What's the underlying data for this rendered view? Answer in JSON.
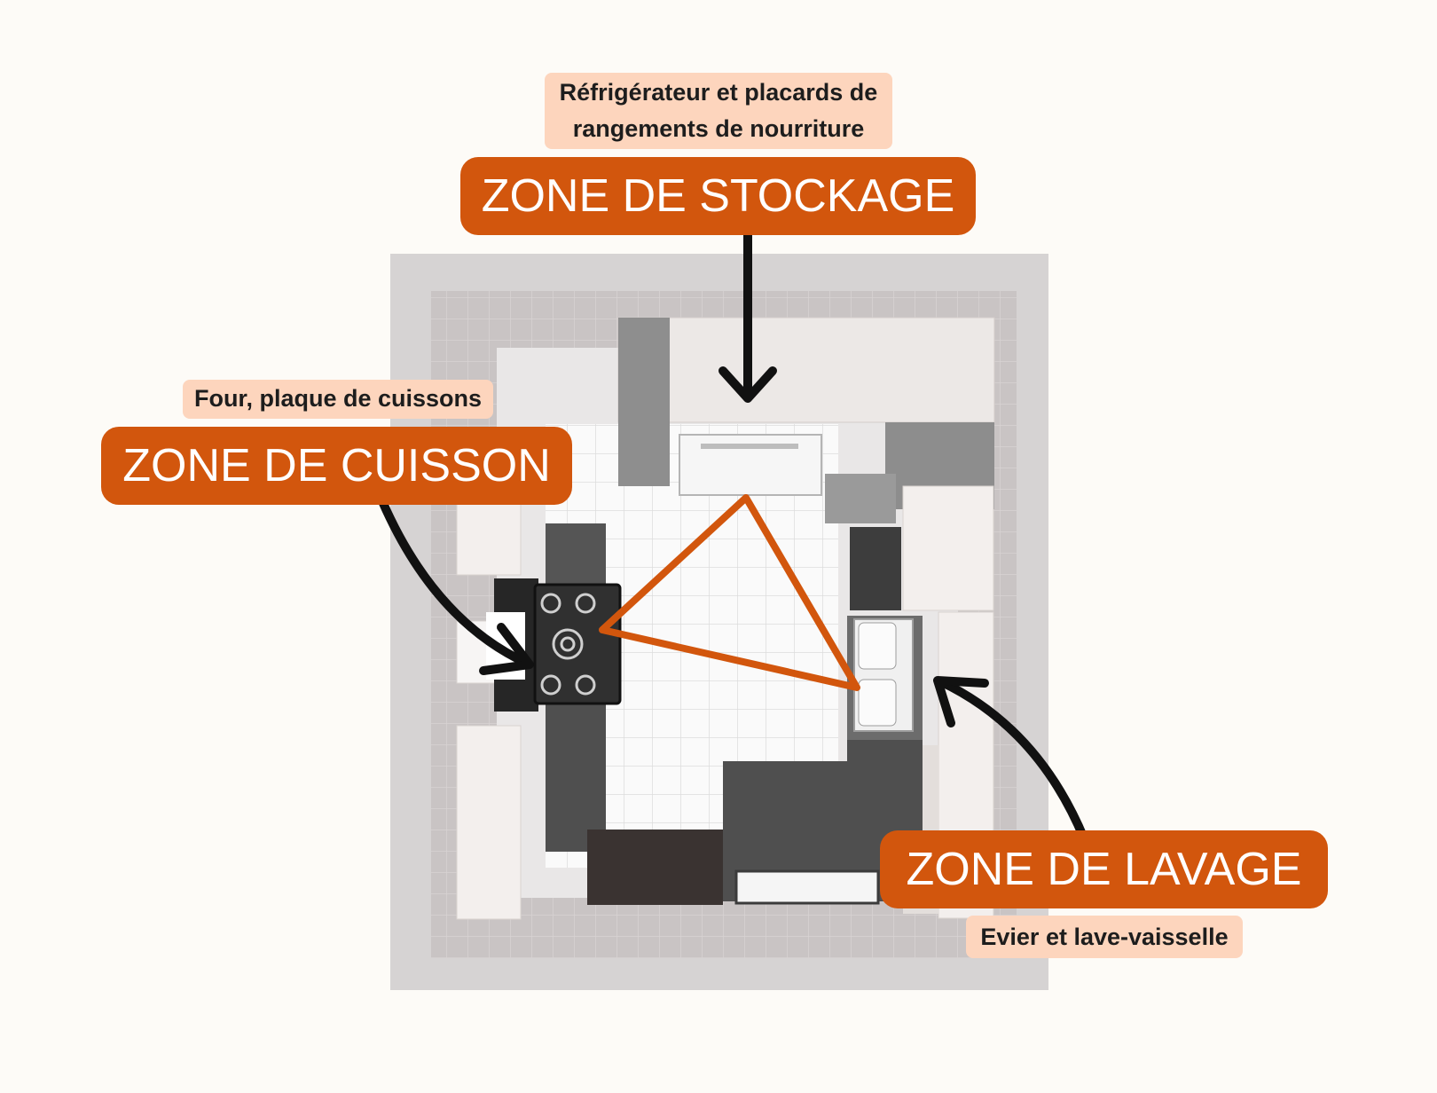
{
  "storage_zone": {
    "title": "ZONE DE STOCKAGE",
    "description_line1": "Réfrigérateur et placards de",
    "description_line2": "rangements de nourriture"
  },
  "cooking_zone": {
    "title": "ZONE DE CUISSON",
    "description": "Four, plaque de cuissons"
  },
  "washing_zone": {
    "title": "ZONE DE LAVAGE",
    "description": "Evier et lave-vaisselle"
  },
  "colors": {
    "accent_orange": "#d2560d",
    "label_background": "#fdd5bd",
    "arrow": "#111111",
    "background": "#fdfbf7"
  }
}
